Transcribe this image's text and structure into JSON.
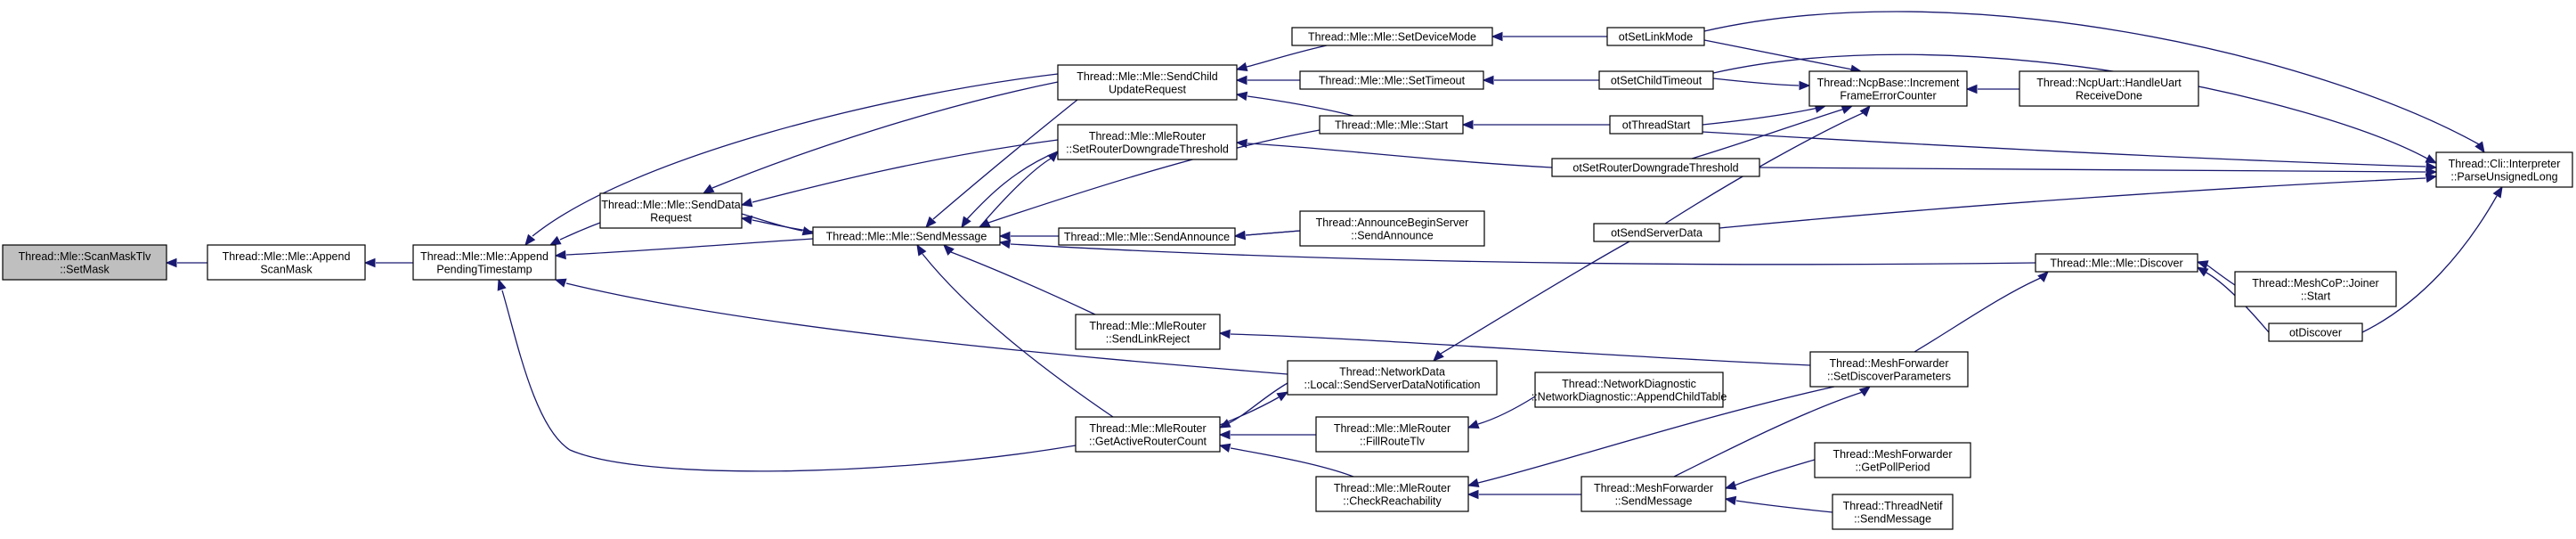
{
  "nodes": [
    {
      "id": "scanmask",
      "lines": [
        "Thread::Mle::ScanMaskTlv",
        "::SetMask"
      ],
      "root": true
    },
    {
      "id": "appendscanmask",
      "lines": [
        "Thread::Mle::Mle::Append",
        "ScanMask"
      ]
    },
    {
      "id": "appendpending",
      "lines": [
        "Thread::Mle::Mle::Append",
        "PendingTimestamp"
      ]
    },
    {
      "id": "senddatareq",
      "lines": [
        "Thread::Mle::Mle::SendData",
        "Request"
      ]
    },
    {
      "id": "sendmessage",
      "lines": [
        "Thread::Mle::Mle::SendMessage"
      ]
    },
    {
      "id": "sendchildupdate",
      "lines": [
        "Thread::Mle::Mle::SendChild",
        "UpdateRequest"
      ]
    },
    {
      "id": "setrouterdowngrade",
      "lines": [
        "Thread::Mle::MleRouter",
        "::SetRouterDowngradeThreshold"
      ]
    },
    {
      "id": "setdevicemode",
      "lines": [
        "Thread::Mle::Mle::SetDeviceMode"
      ]
    },
    {
      "id": "settimeout",
      "lines": [
        "Thread::Mle::Mle::SetTimeout"
      ]
    },
    {
      "id": "mlestart",
      "lines": [
        "Thread::Mle::Mle::Start"
      ]
    },
    {
      "id": "sendannounce",
      "lines": [
        "Thread::Mle::Mle::SendAnnounce"
      ]
    },
    {
      "id": "announcebegin",
      "lines": [
        "Thread::AnnounceBeginServer",
        "::SendAnnounce"
      ]
    },
    {
      "id": "sendlinkreject",
      "lines": [
        "Thread::Mle::MleRouter",
        "::SendLinkReject"
      ]
    },
    {
      "id": "getactiverouter",
      "lines": [
        "Thread::Mle::MleRouter",
        "::GetActiveRouterCount"
      ]
    },
    {
      "id": "sendserverdatanotif",
      "lines": [
        "Thread::NetworkData",
        "::Local::SendServerDataNotification"
      ]
    },
    {
      "id": "fillroutetlv",
      "lines": [
        "Thread::Mle::MleRouter",
        "::FillRouteTlv"
      ]
    },
    {
      "id": "checkreach",
      "lines": [
        "Thread::Mle::MleRouter",
        "::CheckReachability"
      ]
    },
    {
      "id": "netdiag",
      "lines": [
        "Thread::NetworkDiagnostic",
        "::NetworkDiagnostic::AppendChildTable"
      ]
    },
    {
      "id": "meshsendmsg",
      "lines": [
        "Thread::MeshForwarder",
        "::SendMessage"
      ]
    },
    {
      "id": "otsetlinkmode",
      "lines": [
        "otSetLinkMode"
      ]
    },
    {
      "id": "otsetchildtimeout",
      "lines": [
        "otSetChildTimeout"
      ]
    },
    {
      "id": "otthreadstart",
      "lines": [
        "otThreadStart"
      ]
    },
    {
      "id": "otsetrouterdowngrade",
      "lines": [
        "otSetRouterDowngradeThreshold"
      ]
    },
    {
      "id": "otsendserverdata",
      "lines": [
        "otSendServerData"
      ]
    },
    {
      "id": "ncpincrement",
      "lines": [
        "Thread::NcpBase::Increment",
        "FrameErrorCounter"
      ]
    },
    {
      "id": "ncpuart",
      "lines": [
        "Thread::NcpUart::HandleUart",
        "ReceiveDone"
      ]
    },
    {
      "id": "cliparse",
      "lines": [
        "Thread::Cli::Interpreter",
        "::ParseUnsignedLong"
      ]
    },
    {
      "id": "discover",
      "lines": [
        "Thread::Mle::Mle::Discover"
      ]
    },
    {
      "id": "meshcopjoiner",
      "lines": [
        "Thread::MeshCoP::Joiner",
        "::Start"
      ]
    },
    {
      "id": "otdiscover",
      "lines": [
        "otDiscover"
      ]
    },
    {
      "id": "setdiscoverparams",
      "lines": [
        "Thread::MeshForwarder",
        "::SetDiscoverParameters"
      ]
    },
    {
      "id": "getpollperiod",
      "lines": [
        "Thread::MeshForwarder",
        "::GetPollPeriod"
      ]
    },
    {
      "id": "netifsendmsg",
      "lines": [
        "Thread::ThreadNetif",
        "::SendMessage"
      ]
    }
  ]
}
